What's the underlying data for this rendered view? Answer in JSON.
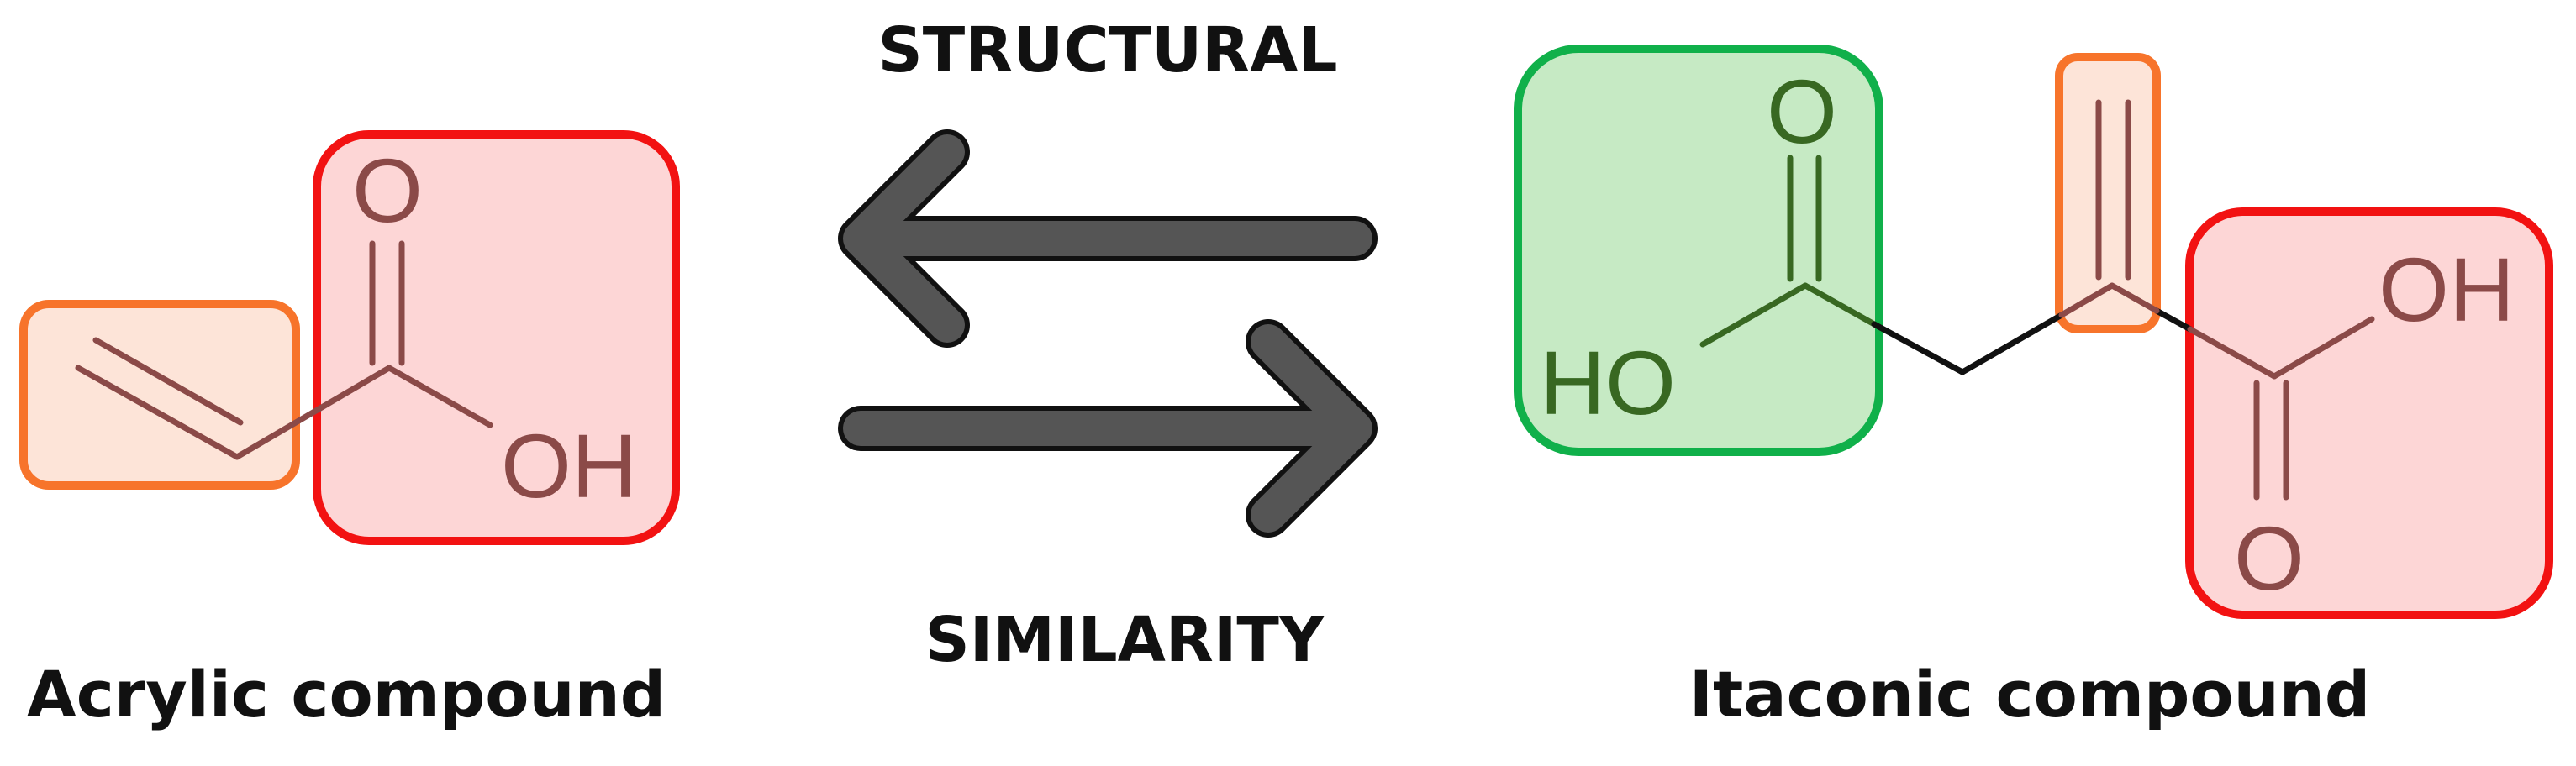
{
  "texts": {
    "top_label": "STRUCTURAL",
    "bottom_label": "SIMILARITY",
    "left_caption": "Acrylic compound",
    "right_caption": "Itaconic compound"
  },
  "acrylic": {
    "carbonyl_oxygen": "O",
    "hydroxyl": "OH"
  },
  "itaconic": {
    "left_carbonyl_oxygen": "O",
    "left_hydroxyl": "HO",
    "right_hydroxyl": "OH",
    "right_carbonyl_oxygen": "O"
  },
  "colors": {
    "orange_box_fill": "#fde4d8",
    "orange_box_stroke": "#f7742b",
    "red_box_fill": "#fdd6d6",
    "red_box_stroke": "#f21212",
    "green_box_fill": "#c6eac4",
    "green_box_stroke": "#10b04a",
    "bond_highlighted_red": "#8b4a48",
    "bond_highlighted_green": "#386822",
    "bond_plain": "#111111",
    "arrow_fill": "#555555",
    "arrow_outline": "#111111"
  }
}
